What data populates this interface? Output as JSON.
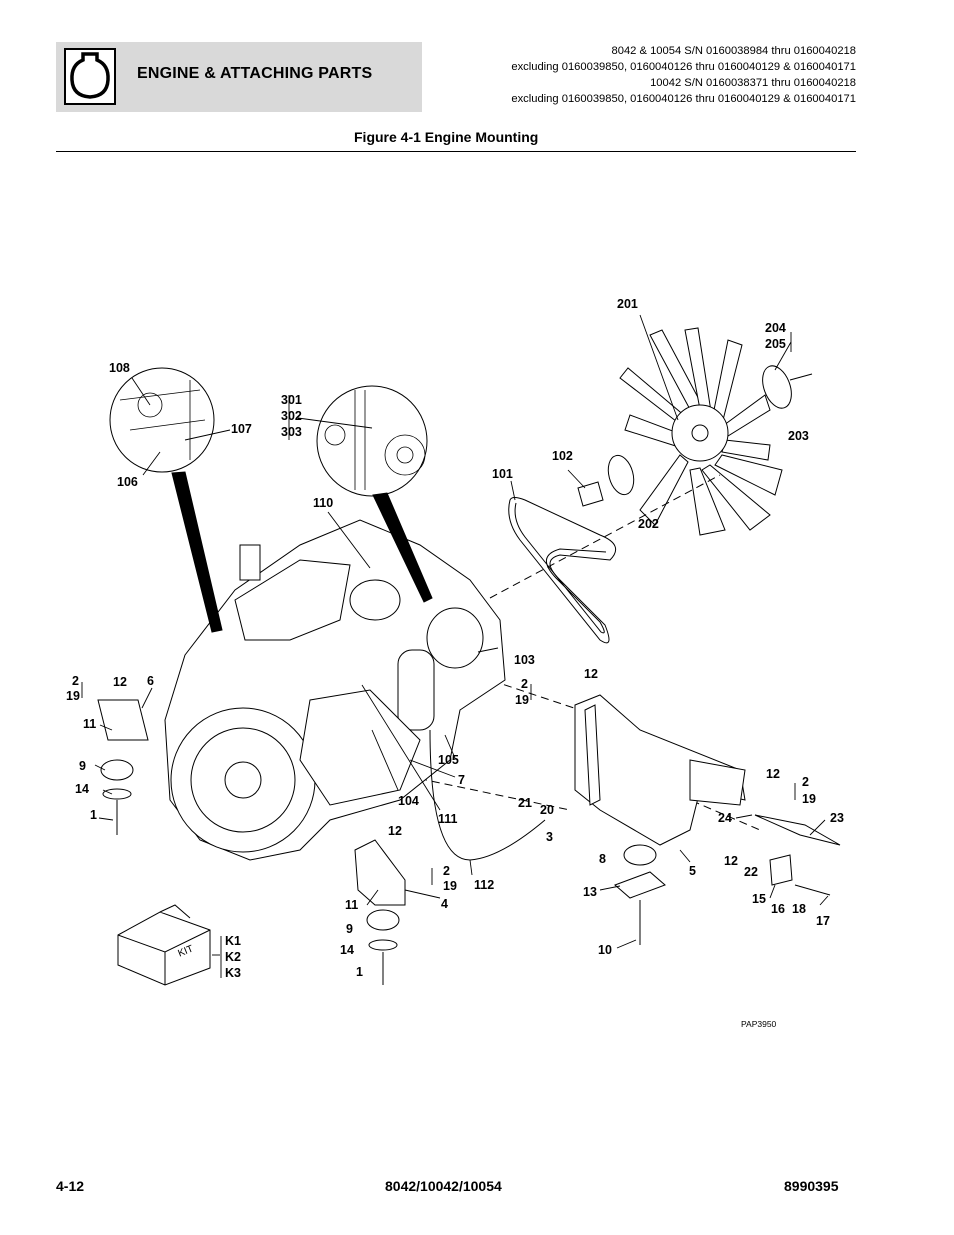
{
  "header": {
    "section_title": "ENGINE & ATTACHING PARTS",
    "section_icon": "engine-icon",
    "serial_lines": [
      "8042 & 10054 S/N 0160038984 thru 0160040218",
      "excluding 0160039850, 0160040126 thru 0160040129 & 0160040171",
      "10042 S/N 0160038371 thru 0160040218",
      "excluding 0160039850, 0160040126 thru 0160040129 & 0160040171"
    ]
  },
  "figure": {
    "title": "Figure 4-1 Engine Mounting",
    "drawing_id": "PAP3950",
    "kit_box_label": "KIT",
    "callouts": {
      "c201": "201",
      "c204": "204",
      "c205": "205",
      "c203": "203",
      "c108": "108",
      "c107": "107",
      "c106": "106",
      "c301": "301",
      "c302": "302",
      "c303": "303",
      "c102": "102",
      "c101": "101",
      "c202": "202",
      "c110": "110",
      "c103": "103",
      "c2a": "2",
      "c19a": "19",
      "c12a": "12",
      "c6": "6",
      "c11a": "11",
      "c9a": "9",
      "c14a": "14",
      "c1a": "1",
      "c2b": "2",
      "c19b": "19",
      "c12b": "12",
      "c105": "105",
      "c7": "7",
      "c104": "104",
      "c111": "111",
      "c21": "21",
      "c20": "20",
      "c3": "3",
      "c12c": "12",
      "c2c": "2",
      "c19c": "19",
      "c23": "23",
      "c24": "24",
      "c12d": "12",
      "c22": "22",
      "c8": "8",
      "c5": "5",
      "c12e": "12",
      "c2d": "2",
      "c19d": "19",
      "c112": "112",
      "c11b": "11",
      "c4": "4",
      "c13": "13",
      "c15": "15",
      "c16": "16",
      "c18": "18",
      "c17": "17",
      "c9b": "9",
      "c14b": "14",
      "c10": "10",
      "c1b": "1",
      "k1": "K1",
      "k2": "K2",
      "k3": "K3"
    }
  },
  "footer": {
    "page_number": "4-12",
    "models": "8042/10042/10054",
    "doc_number": "8990395"
  }
}
